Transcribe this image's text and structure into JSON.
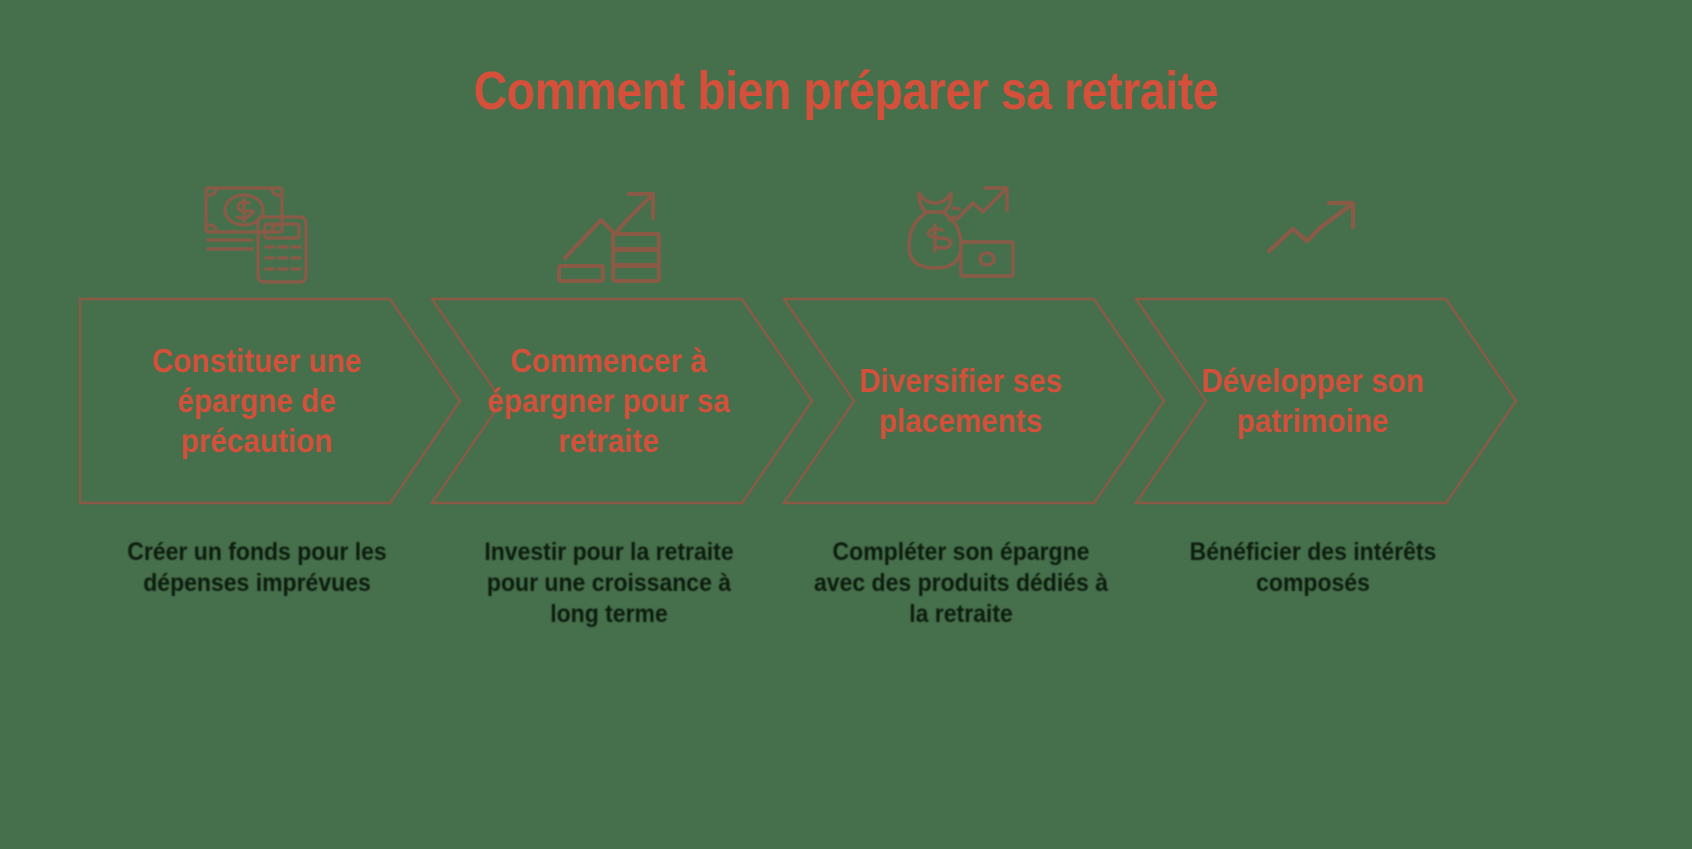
{
  "page": {
    "title": "Comment bien préparer sa retraite",
    "background_color": "#46704c",
    "accent_color": "#d4503a",
    "outline_color": "#8b5a47",
    "caption_color": "#0d1c0e"
  },
  "steps": [
    {
      "icon": "banknote-calculator-icon",
      "heading": "Constituer une épargne de précaution",
      "caption": "Créer un fonds pour les dépenses imprévues"
    },
    {
      "icon": "growth-arrow-coins-icon",
      "heading": "Commencer à épargner pour sa retraite",
      "caption": "Investir pour la retraite pour une croissance à long terme"
    },
    {
      "icon": "money-bag-arrow-banknote-icon",
      "heading": "Diversifier ses placements",
      "caption": "Compléter son épargne avec des produits dédiés à la retraite"
    },
    {
      "icon": "rising-arrow-icon",
      "heading": "Développer son patrimoine",
      "caption": "Bénéficier des intérêts composés"
    }
  ]
}
